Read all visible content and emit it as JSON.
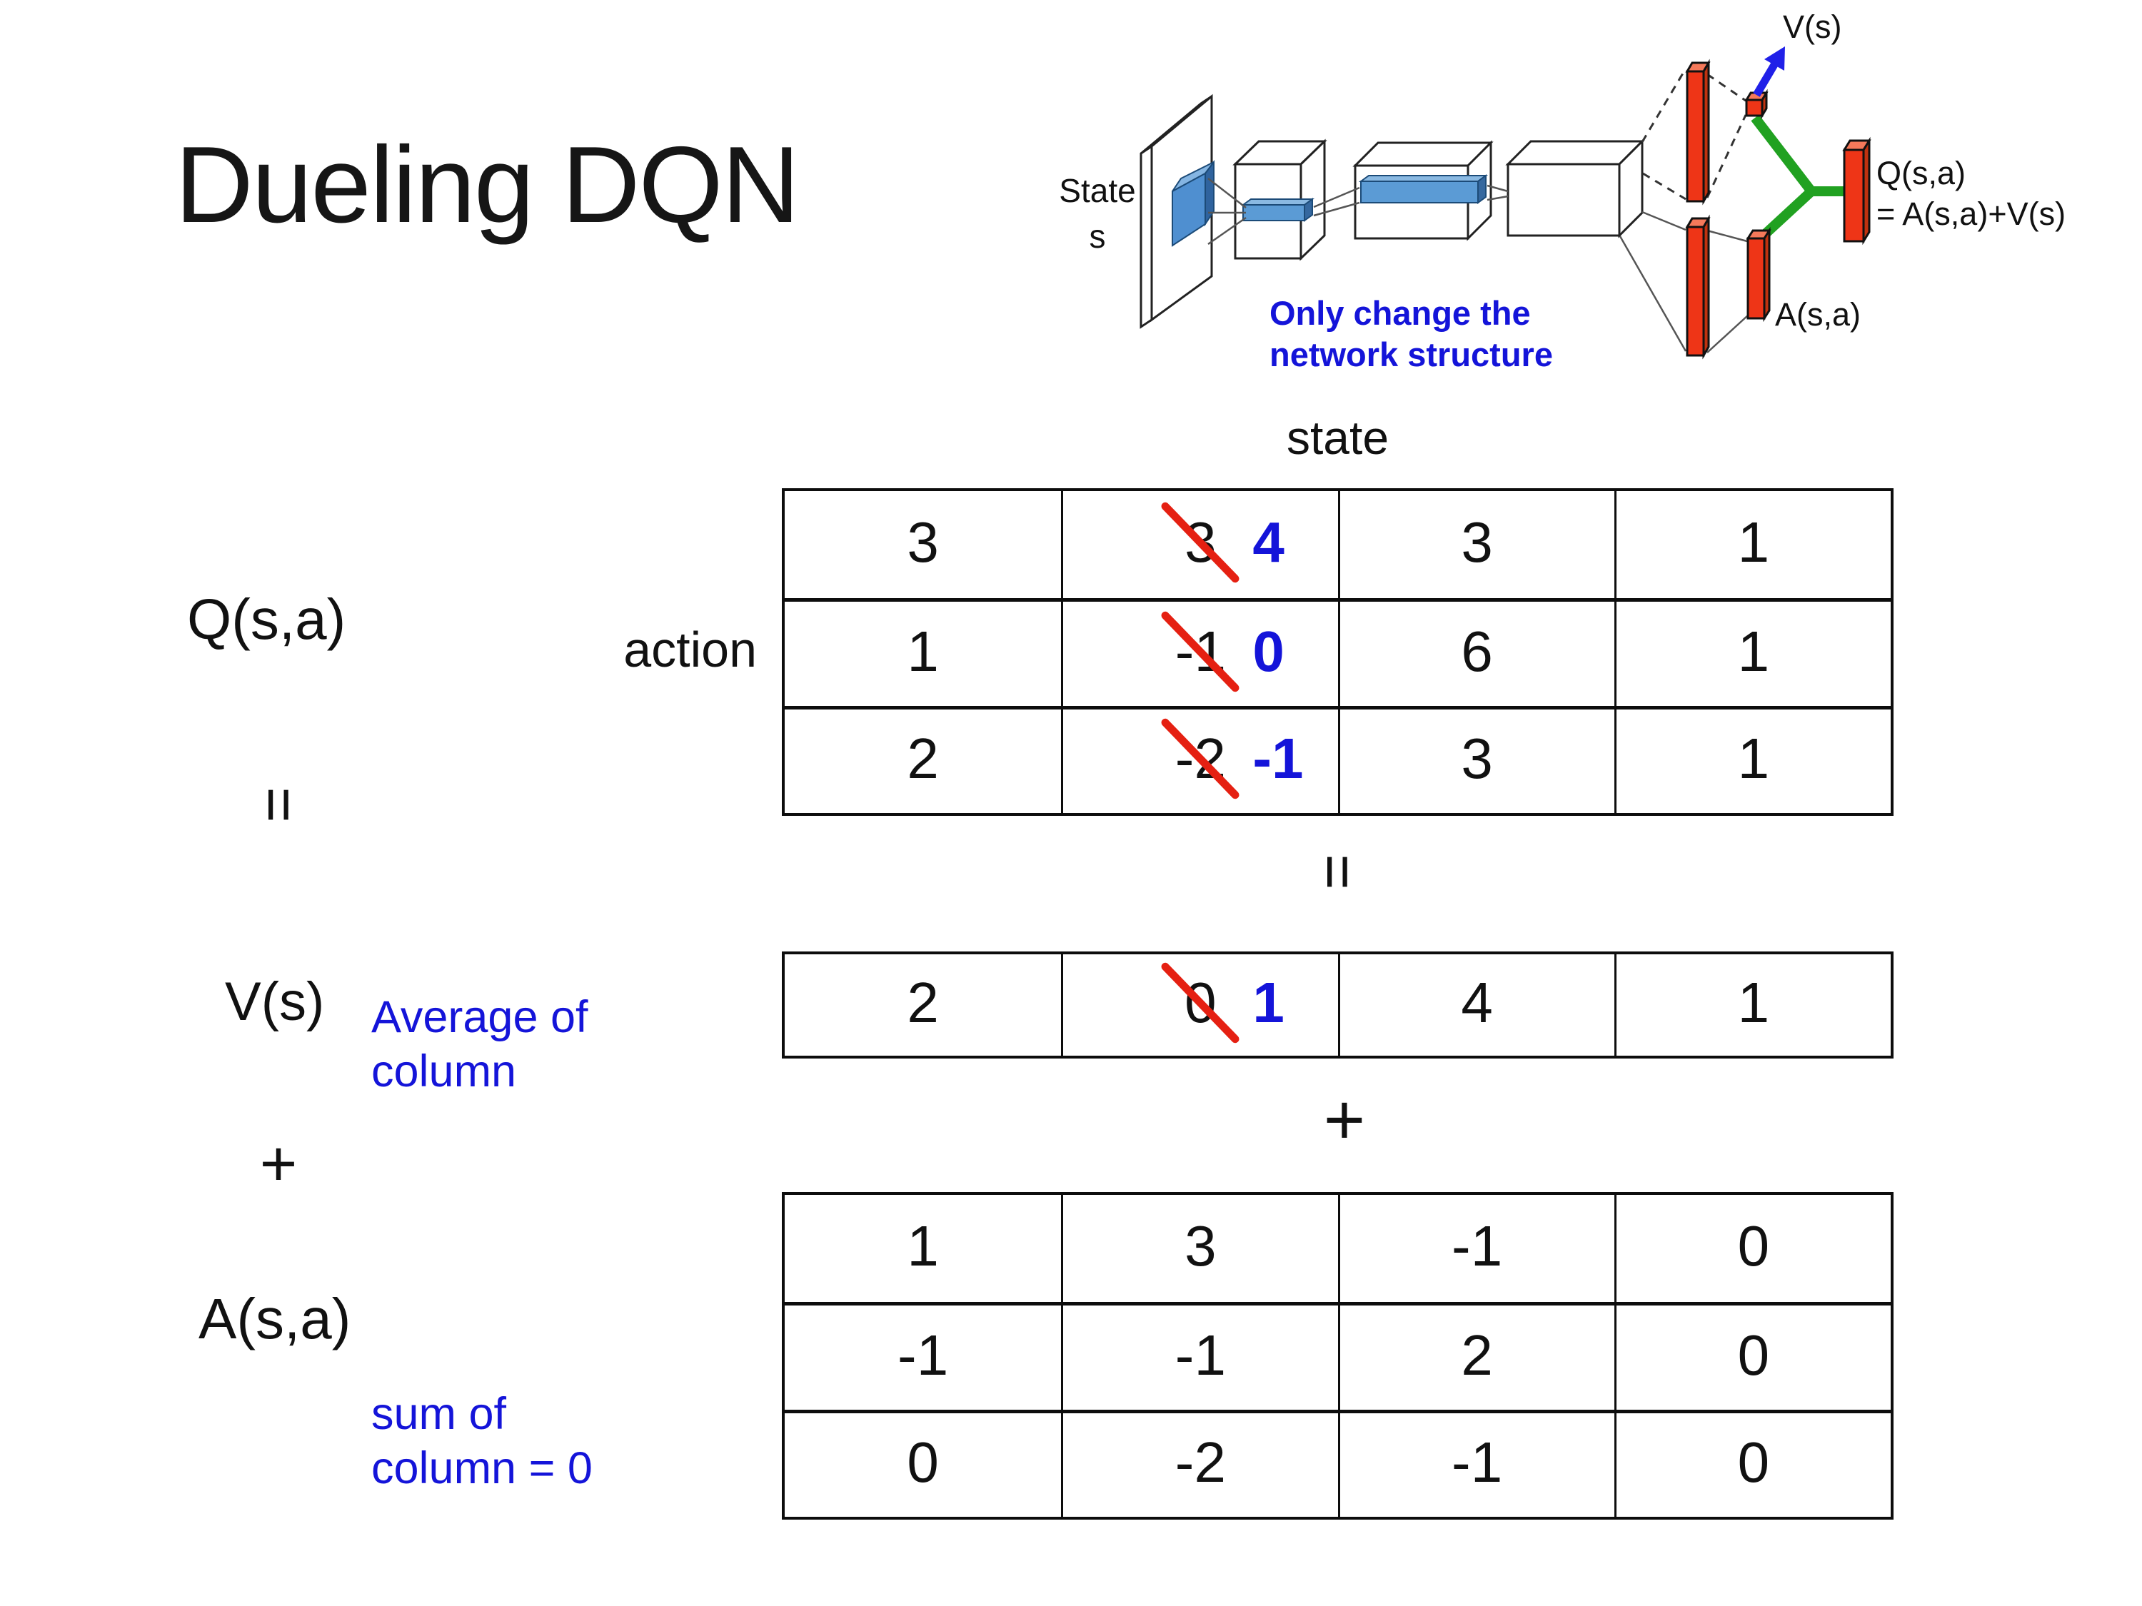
{
  "slide": {
    "title": "Dueling DQN"
  },
  "diagram": {
    "state_line1": "State",
    "state_line2": "s",
    "note_line1": "Only change the",
    "note_line2": "network structure",
    "v_out_label": "V(s)",
    "q_out_label": "Q(s,a)",
    "q_out_formula": "= A(s,a)+V(s)",
    "a_out_label": "A(s,a)"
  },
  "decomposition": {
    "q_label": "Q(s,a)",
    "v_label": "V(s)",
    "a_label": "A(s,a)",
    "equals_left": "=",
    "equals_mid": "=",
    "plus_left": "+",
    "plus_mid": "+",
    "state_header": "state",
    "action_label": "action",
    "avg_note_line1": "Average of",
    "avg_note_line2": "column",
    "sum_note_line1": "sum of",
    "sum_note_line2": "column = 0"
  },
  "colors": {
    "accent_blue": "#1414d9",
    "strike_red": "#e52012",
    "bar_red": "#ee3517",
    "link_green": "#21a121",
    "arrow_blue": "#2020e8",
    "conv_blue": "#5b9bd5"
  },
  "q_table": {
    "rows": [
      [
        {
          "v": "3"
        },
        {
          "old": "3",
          "nv": "4"
        },
        {
          "v": "3"
        },
        {
          "v": "1"
        }
      ],
      [
        {
          "v": "1"
        },
        {
          "old": "-1",
          "nv": "0"
        },
        {
          "v": "6"
        },
        {
          "v": "1"
        }
      ],
      [
        {
          "v": "2"
        },
        {
          "old": "-2",
          "nv": "-1"
        },
        {
          "v": "3"
        },
        {
          "v": "1"
        }
      ]
    ]
  },
  "v_table": {
    "rows": [
      [
        {
          "v": "2"
        },
        {
          "old": "0",
          "nv": "1"
        },
        {
          "v": "4"
        },
        {
          "v": "1"
        }
      ]
    ]
  },
  "a_table": {
    "rows": [
      [
        {
          "v": "1"
        },
        {
          "v": "3"
        },
        {
          "v": "-1"
        },
        {
          "v": "0"
        }
      ],
      [
        {
          "v": "-1"
        },
        {
          "v": "-1"
        },
        {
          "v": "2"
        },
        {
          "v": "0"
        }
      ],
      [
        {
          "v": "0"
        },
        {
          "v": "-2"
        },
        {
          "v": "-1"
        },
        {
          "v": "0"
        }
      ]
    ]
  }
}
